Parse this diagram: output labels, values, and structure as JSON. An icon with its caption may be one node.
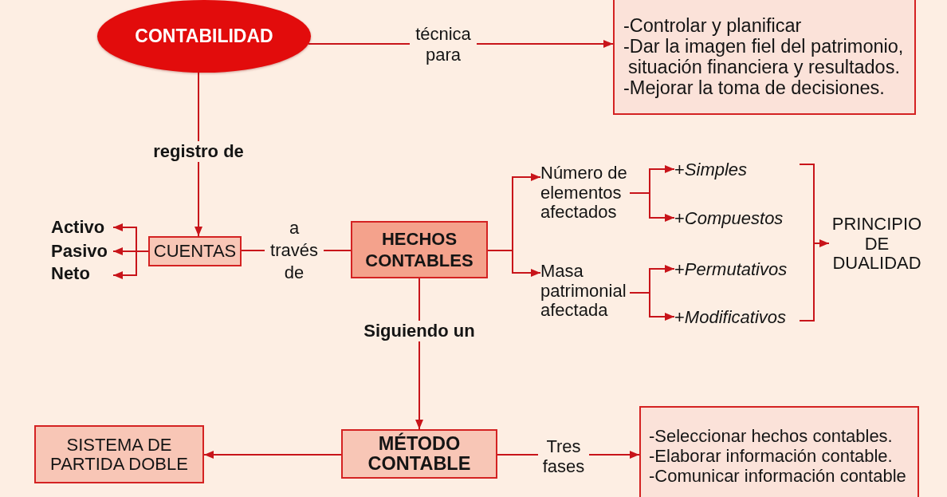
{
  "diagram": {
    "nodes": [
      {
        "text": [
          "CONTABILIDAD"
        ]
      },
      {
        "text": [
          "-Controlar y planificar",
          "-Dar la imagen fiel del patrimonio, situación financiera y resultados.",
          "-Mejorar la toma de decisiones."
        ]
      },
      {
        "text": [
          "CUENTAS"
        ]
      },
      {
        "text": [
          "Activo"
        ]
      },
      {
        "text": [
          "Pasivo"
        ]
      },
      {
        "text": [
          "Neto"
        ]
      },
      {
        "text": [
          "HECHOS CONTABLES"
        ]
      },
      {
        "text": [
          "Número de elementos afectados"
        ]
      },
      {
        "text": [
          "Masa patrimonial afectada"
        ]
      },
      {
        "text": [
          "+*Simples*"
        ]
      },
      {
        "text": [
          "+*Compuestos*"
        ]
      },
      {
        "text": [
          "+*Permutativos*"
        ]
      },
      {
        "text": [
          "+*Modificativos*"
        ]
      },
      {
        "text": [],
        "shape": "bracket"
      },
      {
        "text": [
          "PRINCIPIO DE DUALIDAD"
        ]
      },
      {
        "text": [
          "MÉTODO CONTABLE"
        ]
      },
      {
        "text": [
          "SISTEMA DE PARTIDA DOBLE"
        ]
      },
      {
        "text": [
          "-Seleccionar hechos contables.",
          "-Elaborar información contable.",
          "-Comunicar información contable"
        ]
      }
    ],
    "edges": [
      {
        "from": 0,
        "to": 1,
        "arrow": "to",
        "label": "técnica para"
      },
      {
        "from": 0,
        "to": 2,
        "arrow": "to",
        "label": "registro de"
      },
      {
        "from": 2,
        "to": 3,
        "arrow": "to"
      },
      {
        "from": 2,
        "to": 4,
        "arrow": "to"
      },
      {
        "from": 2,
        "to": 5,
        "arrow": "to"
      },
      {
        "from": 2,
        "to": 6,
        "arrow": "none",
        "label": "a través de"
      },
      {
        "from": 6,
        "to": 7,
        "arrow": "to"
      },
      {
        "from": 6,
        "to": 8,
        "arrow": "to"
      },
      {
        "from": 7,
        "to": 9,
        "arrow": "to"
      },
      {
        "from": 7,
        "to": 10,
        "arrow": "to"
      },
      {
        "from": 8,
        "to": 11,
        "arrow": "to"
      },
      {
        "from": 8,
        "to": 12,
        "arrow": "to"
      },
      {
        "from": 13,
        "to": 14,
        "arrow": "to"
      },
      {
        "from": 6,
        "to": 15,
        "arrow": "to",
        "label": "Siguiendo un"
      },
      {
        "from": 15,
        "to": 16,
        "arrow": "to"
      },
      {
        "from": 15,
        "to": 17,
        "arrow": "to",
        "label": "Tres fases"
      }
    ]
  }
}
